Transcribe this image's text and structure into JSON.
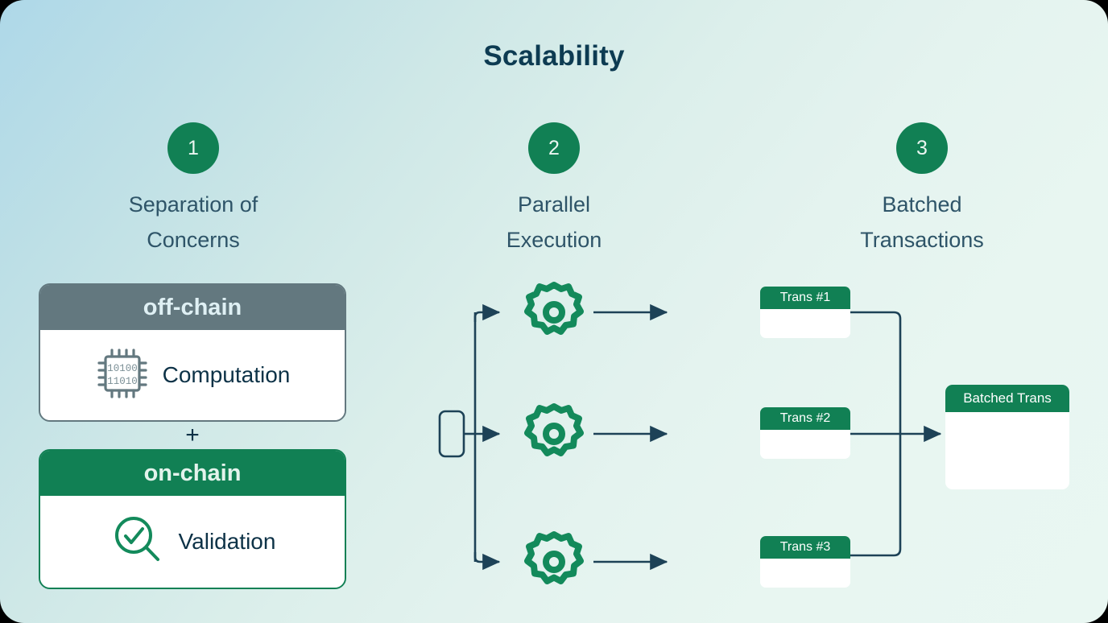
{
  "page": {
    "title": "Scalability",
    "background_from": "#aed8e8",
    "background_to": "#e9f7f2",
    "accent_green": "#118054",
    "accent_slate": "#63787f",
    "text_navy": "#0d3b52",
    "label_color": "#2e5468"
  },
  "steps": [
    {
      "number": "1",
      "label": "Separation of\nConcerns"
    },
    {
      "number": "2",
      "label": "Parallel\nExecution"
    },
    {
      "number": "3",
      "label": "Batched\nTransactions"
    }
  ],
  "column1": {
    "offchain": {
      "header": "off-chain",
      "item_label": "Computation",
      "icon": "chip-icon",
      "chip_row_1": "10100",
      "chip_row_2": "11010",
      "header_color": "#63787f"
    },
    "separator": "+",
    "onchain": {
      "header": "on-chain",
      "item_label": "Validation",
      "icon": "magnifier-check-icon",
      "header_color": "#118054"
    }
  },
  "column2": {
    "input_node_label": "",
    "gears": [
      "gear-icon-1",
      "gear-icon-2",
      "gear-icon-3"
    ],
    "gear_count": 3
  },
  "column3": {
    "transactions": [
      {
        "header": "Trans #1"
      },
      {
        "header": "Trans #2"
      },
      {
        "header": "Trans #3"
      }
    ],
    "batched": {
      "header": "Batched Trans"
    }
  }
}
